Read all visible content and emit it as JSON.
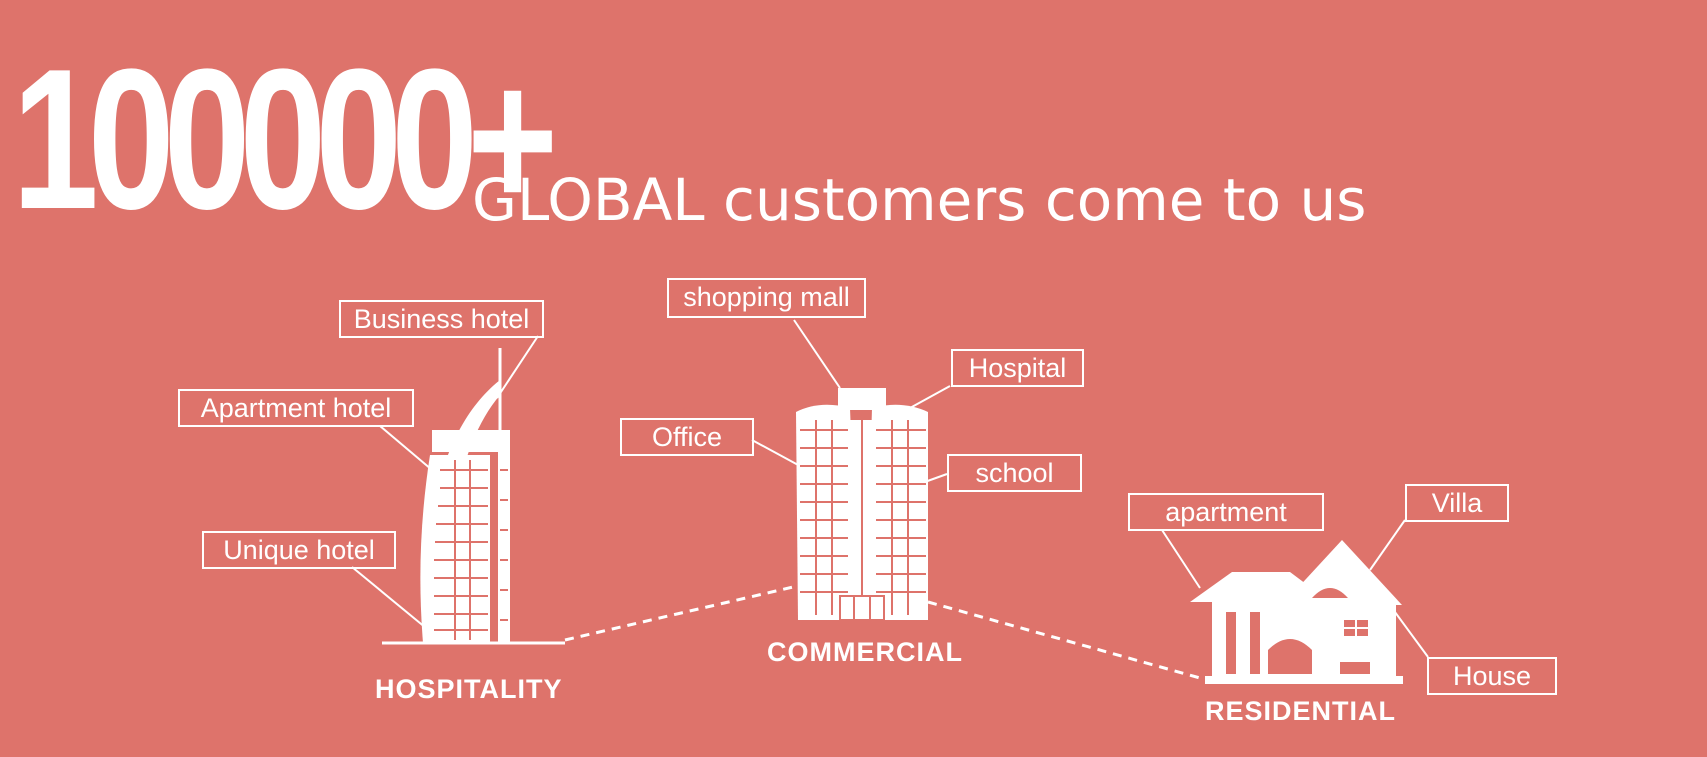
{
  "headline": {
    "number": "100000+",
    "tagline": "GLOBAL customers come to us"
  },
  "categories": {
    "hospitality": "HOSPITALITY",
    "commercial": "COMMERCIAL",
    "residential": "RESIDENTIAL"
  },
  "hospitality_labels": {
    "business_hotel": "Business hotel",
    "apartment_hotel": "Apartment hotel",
    "unique_hotel": "Unique hotel"
  },
  "commercial_labels": {
    "shopping_mall": "shopping mall",
    "hospital": "Hospital",
    "office": "Office",
    "school": "school"
  },
  "residential_labels": {
    "apartment": "apartment",
    "villa": "Villa",
    "house": "House"
  },
  "colors": {
    "background": "#de736b",
    "foreground": "#ffffff"
  }
}
